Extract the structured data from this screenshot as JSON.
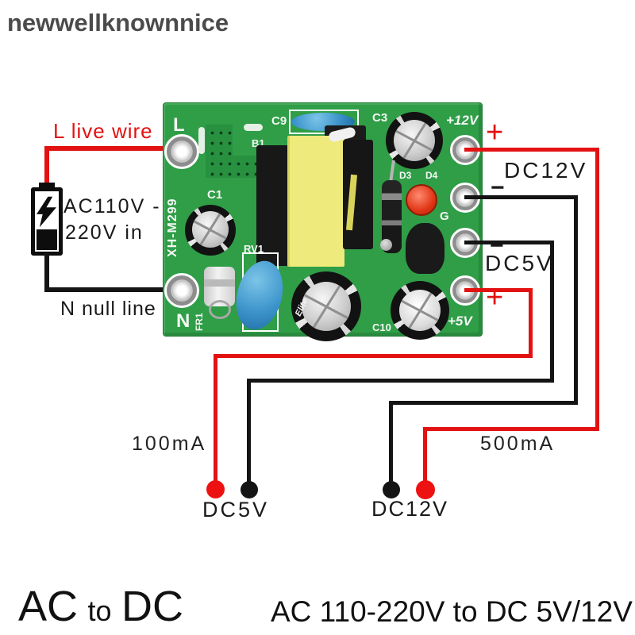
{
  "watermark": "newwellknownnice",
  "input": {
    "live_label": "L live wire",
    "source_line1": "AC110V -",
    "source_line2": "220V in",
    "null_label": "N null line"
  },
  "outputs": {
    "plus_12v": "+",
    "dc12v_label": "DC12V",
    "dc12v_minus": "−",
    "dc5v_minus": "−",
    "dc5v_label": "DC5V",
    "plus_5v": "+"
  },
  "leads": {
    "current_5v": "100mA",
    "current_12v": "500mA",
    "dc5v_label": "DC5V",
    "dc12v_label": "DC12V"
  },
  "footer": {
    "left_ac": "AC",
    "left_to": "to",
    "left_dc": "DC",
    "right_caption": "AC 110-220V to DC 5V/12V"
  },
  "pcb_silkscreen": {
    "l": "L",
    "n": "N",
    "c9": "C9",
    "b1": "B1",
    "c1": "C1",
    "c3": "C3",
    "plus12v": "+12V",
    "d3": "D3",
    "d4": "D4",
    "g": "G",
    "rv1": "RV1",
    "fr1": "FR1",
    "c10": "C10",
    "plus5v": "+5V",
    "model": "XH-M299",
    "cap_brand": "Elite"
  },
  "colors": {
    "wire_red": "#e31212",
    "wire_black": "#141414",
    "pcb_green": "#2f9e47",
    "transformer_yellow": "#eeea7c",
    "capacitor_blue": "#3d95cc",
    "led_red": "#d93016",
    "text_black": "#1a1a1a",
    "watermark_gray": "#4b4b4b"
  }
}
